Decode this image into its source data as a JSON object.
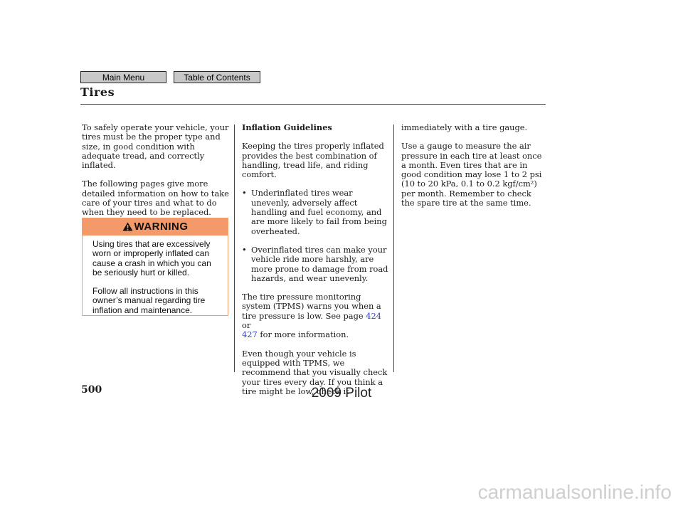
{
  "nav": {
    "main_menu": "Main Menu",
    "toc": "Table of Contents"
  },
  "section_title": "Tires",
  "col1": {
    "p1": "To safely operate your vehicle, your tires must be the proper type and size, in good condition with adequate tread, and correctly inflated.",
    "p2": "The following pages give more detailed information on how to take care of your tires and what to do when they need to be replaced."
  },
  "warning": {
    "label": "WARNING",
    "p1": "Using tires that are excessively worn or improperly inflated can cause a crash in which you can be seriously hurt or killed.",
    "p2": "Follow all instructions in this owner’s manual regarding tire inflation and maintenance."
  },
  "col2": {
    "heading": "Inflation Guidelines",
    "p1": "Keeping the tires properly inflated provides the best combination of handling, tread life, and riding comfort.",
    "bullets": [
      "Underinflated tires wear unevenly, adversely affect handling and fuel economy, and are more likely to fail from being overheated.",
      "Overinflated tires can make your vehicle ride more harshly, are more prone to damage from road hazards, and wear unevenly."
    ],
    "tpms_text": "The tire pressure monitoring system (TPMS) warns you when a tire pressure is low. See page",
    "link1": "424",
    "or": "or",
    "link2": "427",
    "tpms_end": "for more information.",
    "p_last": "Even though your vehicle is equipped with TPMS, we recommend that you visually check your tires every day. If you think a tire might be low, check it"
  },
  "col3": {
    "p1": "immediately with a tire gauge.",
    "p2": "Use a gauge to measure the air pressure in each tire at least once a month. Even tires that are in good condition may lose 1 to 2 psi (10 to 20 kPa, 0.1 to 0.2 kgf/cm²) per month. Remember to check the spare tire at the same time."
  },
  "page_number": "500",
  "footer_model": "2009 Pilot",
  "watermark": "carmanualsonline.info"
}
